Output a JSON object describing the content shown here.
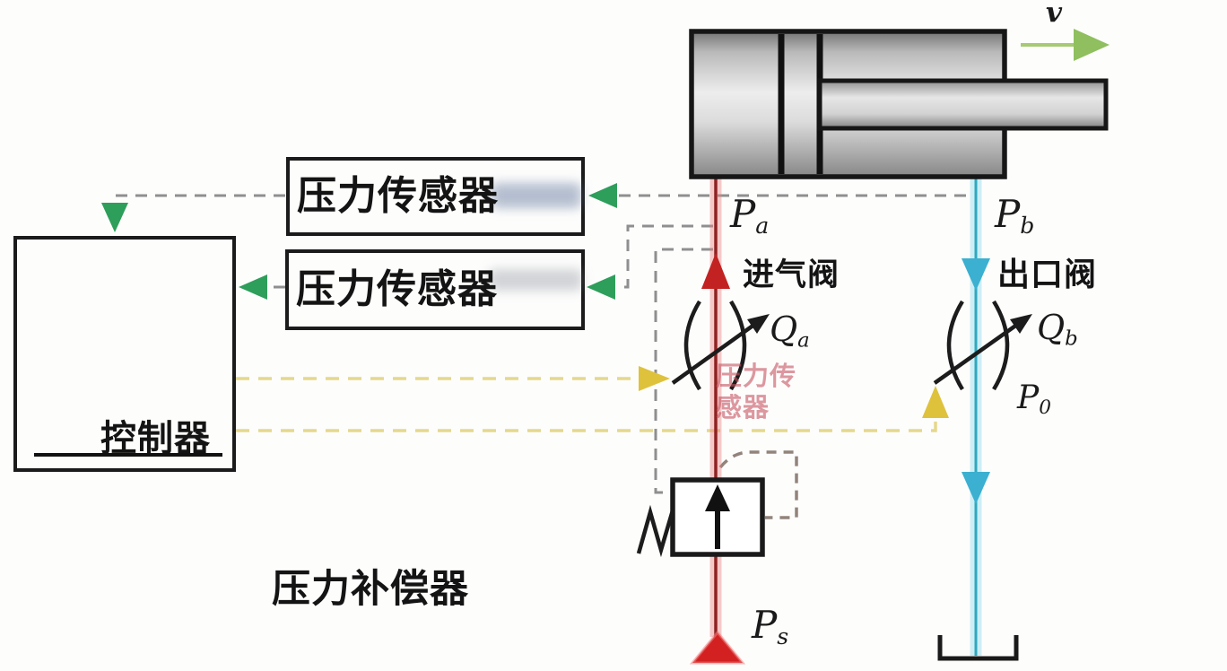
{
  "diagram": {
    "sensor_box_top": {
      "label": "压力传感器"
    },
    "sensor_box_bottom": {
      "label": "压力传感器"
    },
    "controller": {
      "label": "控制器"
    },
    "compensator_caption": "压力补偿器",
    "intake_valve_label": "进气阀",
    "outlet_valve_label": "出口阀",
    "inline_sensor_label": {
      "line1": "压力传",
      "line2": "感器"
    },
    "velocity_label": "v",
    "symbols": {
      "pa": {
        "main": "P",
        "sub": "a"
      },
      "pb": {
        "main": "P",
        "sub": "b"
      },
      "qa": {
        "main": "Q",
        "sub": "a"
      },
      "qb": {
        "main": "Q",
        "sub": "b"
      },
      "p0": {
        "main": "P",
        "sub": "0"
      },
      "ps": {
        "main": "P",
        "sub": "s"
      }
    },
    "colors": {
      "supply_line_red": "#8f2222",
      "supply_arrow_red": "#c32222",
      "return_line_cyan": "#2fa8bf",
      "signal_arrow_green": "#2e9e5b",
      "command_line_yellow": "#e5d88d",
      "command_arrow_yellow": "#dfc23c",
      "velocity_arrow_green": "#8fbf5e",
      "outline_black": "#1b1b1b"
    }
  }
}
